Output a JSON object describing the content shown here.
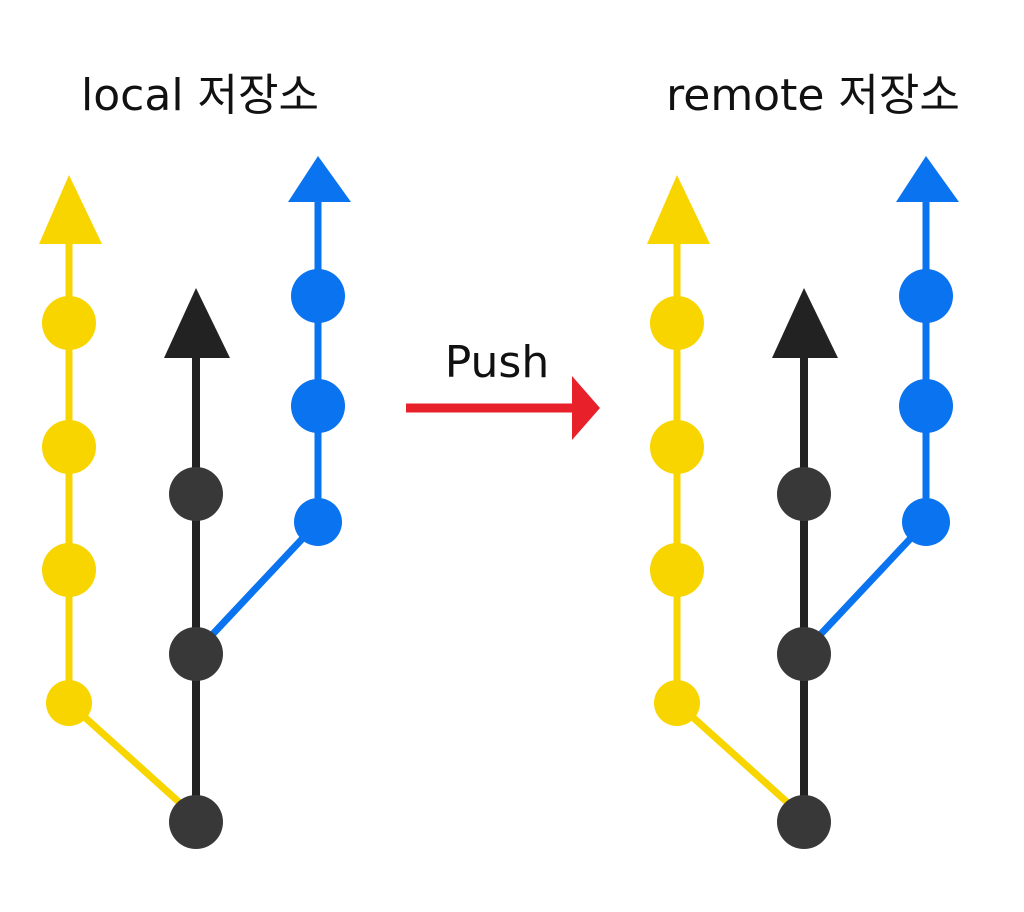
{
  "titles": {
    "local": "local 저장소",
    "remote": "remote 저장소"
  },
  "push": {
    "label": "Push",
    "arrow_color": "#E8202A"
  },
  "colors": {
    "yellow_branch": "#F9D500",
    "black_branch": "#222222",
    "black_commit": "#383838",
    "blue_branch": "#0A73F0"
  },
  "repositories": [
    {
      "name": "local",
      "branches": [
        {
          "color_key": "yellow_branch",
          "commits": 4
        },
        {
          "color_key": "black_branch",
          "commits": 3
        },
        {
          "color_key": "blue_branch",
          "commits": 3
        }
      ]
    },
    {
      "name": "remote",
      "branches": [
        {
          "color_key": "yellow_branch",
          "commits": 4
        },
        {
          "color_key": "black_branch",
          "commits": 3
        },
        {
          "color_key": "blue_branch",
          "commits": 3
        }
      ]
    }
  ]
}
